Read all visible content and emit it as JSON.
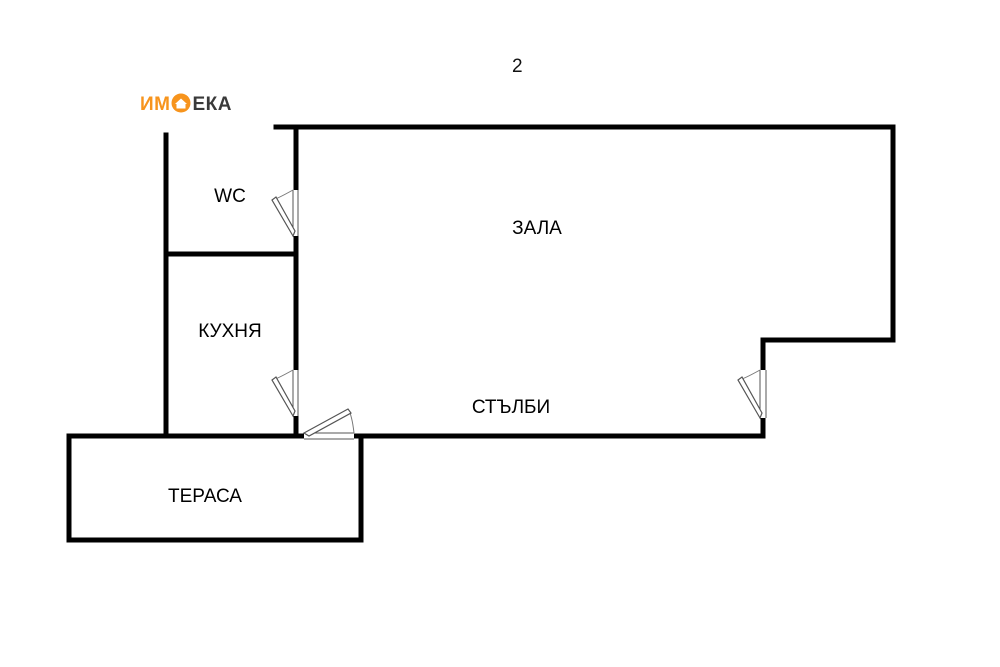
{
  "page_number": "2",
  "logo": {
    "part1": "ИМ",
    "part2": "ЕКА"
  },
  "colors": {
    "logo_orange": "#f7941d",
    "logo_grey": "#3a3a3a",
    "walls": "#000000"
  },
  "rooms": {
    "wc": "WC",
    "hall": "ЗАЛА",
    "kitchen": "КУХНЯ",
    "stairs": "СТЪЛБИ",
    "terrace": "ТЕРАСА"
  }
}
